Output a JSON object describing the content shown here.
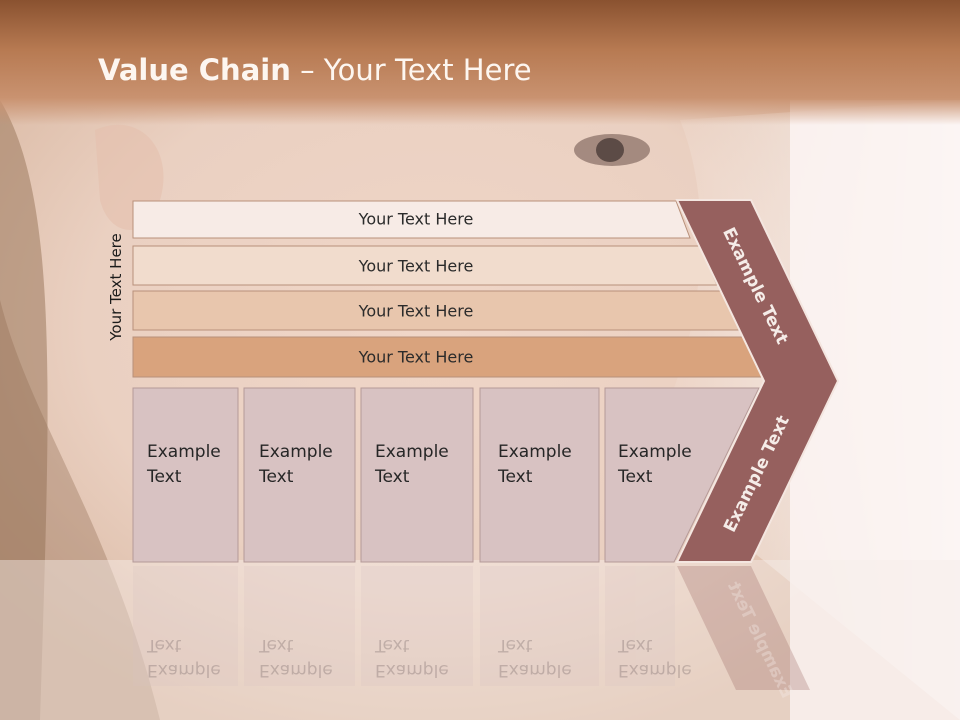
{
  "title": {
    "bold": "Value Chain",
    "rest": " – Your Text Here"
  },
  "side_label": "Your Text Here",
  "rows": [
    {
      "label": "Your Text Here",
      "color": "#f7ebe6"
    },
    {
      "label": "Your Text Here",
      "color": "#f1dccd"
    },
    {
      "label": "Your Text Here",
      "color": "#e8c6ad"
    },
    {
      "label": "Your Text Here",
      "color": "#d9a37d"
    }
  ],
  "boxes": [
    {
      "text": "Example\nText"
    },
    {
      "text": "Example\nText"
    },
    {
      "text": "Example\nText"
    },
    {
      "text": "Example\nText"
    },
    {
      "text": "Example\nText"
    }
  ],
  "chevron": {
    "upper_text": "Example Text",
    "lower_text": "Example Text",
    "color": "#96605e"
  },
  "colors": {
    "header": "#b77a52",
    "box_fill": "#d8c2c2",
    "box_border": "#b59a98"
  }
}
